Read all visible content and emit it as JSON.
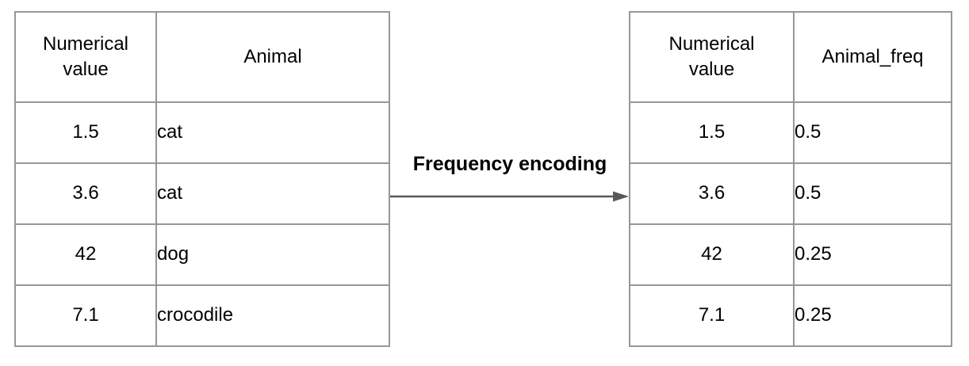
{
  "tables": {
    "left": {
      "headers": [
        "Numerical value",
        "Animal"
      ],
      "rows": [
        [
          "1.5",
          "cat"
        ],
        [
          "3.6",
          "cat"
        ],
        [
          "42",
          "dog"
        ],
        [
          "7.1",
          "crocodile"
        ]
      ]
    },
    "right": {
      "headers": [
        "Numerical value",
        "Animal_freq"
      ],
      "rows": [
        [
          "1.5",
          "0.5"
        ],
        [
          "3.6",
          "0.5"
        ],
        [
          "42",
          "0.25"
        ],
        [
          "7.1",
          "0.25"
        ]
      ]
    }
  },
  "arrow": {
    "label": "Frequency encoding"
  },
  "colors": {
    "border": "#979797",
    "arrow": "#595959",
    "text": "#000000",
    "background": "#ffffff"
  }
}
